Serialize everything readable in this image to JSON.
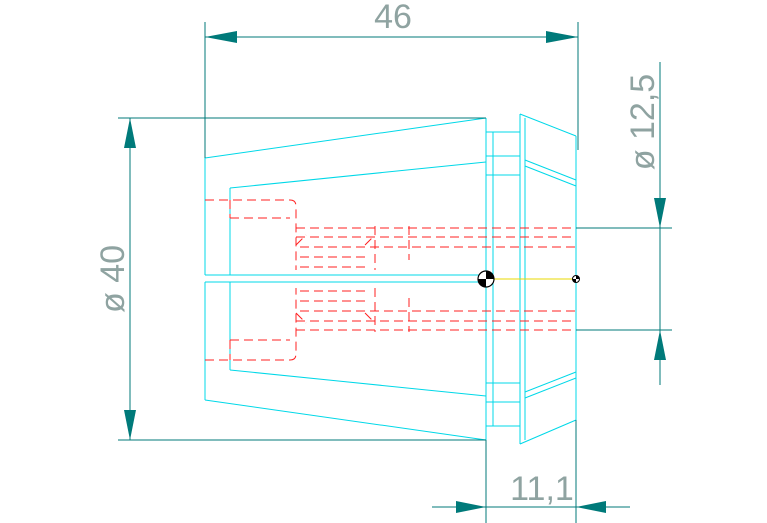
{
  "dimensions": {
    "length": "46",
    "outer_diameter": "ø 40",
    "bore_diameter": "ø 12,5",
    "front_length": "11,1"
  },
  "colors": {
    "background": "#ffffff",
    "outline": "#00d8e8",
    "hidden_lines": "#ff2020",
    "dimension_lines": "#007a7a",
    "dimension_text": "#8fa3a1",
    "center_axis": "#e8d800"
  }
}
